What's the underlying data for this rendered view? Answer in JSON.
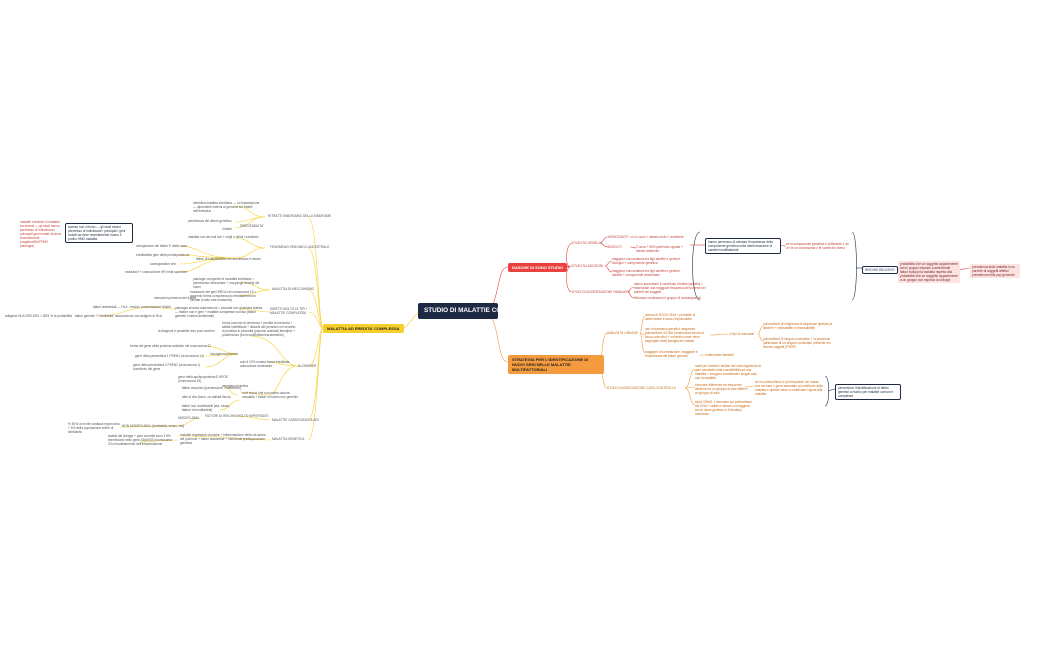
{
  "central": {
    "title": "STUDIO DI MALATTIE COMPLESSE"
  },
  "colors": {
    "central": "#1e2a44",
    "yellow": "#f7cf2c",
    "red": "#e8413e",
    "orange": "#f49a3f",
    "pink": "#fde2e2"
  },
  "left": {
    "branch": "MALATTIA AD EREDITA' COMPLESSA",
    "ritratto": {
      "label": "RITRATTI SINDROMICI DELLA SINDROME",
      "n1": "Identifica malattia ereditaria — no trasmissione — dipendenti esterni al genoma sui fratelli dell'individuo",
      "n2": "penetranza dei deboli genetica",
      "n3": "il ideali",
      "ereditabilita": "EREDITABILITA'"
    },
    "fenomeno": {
      "label": "FENOMENO GENOMICO-ANCESTRALE",
      "n1": "malattia non dei soli loci + negli e ultimi i cavaliere",
      "n2": "mecipazione dei fattori 5' della ruota",
      "n3": "fattori di suscettibilità che aumentano il rischio",
      "n4": "ereditarietà geni della predisposizione",
      "n5": "contraposition enti",
      "n6": "mutazioni + costruzzione HR nella superiore"
    },
    "box": "spesso non c'è/non — gli studi hanno permesso di individuare i principali i geni mutati da dove recentemente hanno il profilo HMG malattia",
    "side": "malattie evidente in malattia tra recenti — gli studi hanno permesso di individuare i principali geni mutati da dove recentemente (negativo/BioPPMG patologia)",
    "meccanismo": {
      "label": "MALATTIA DI MECCANISMO",
      "n1": "patologie congenite di modalità ereditaria = penetranza molecolare + ora gangli fenotipi dei nuovi",
      "n2": "mutazione dei geni BRCA nel cromosoma 13 = aumento forma complessa più ereditarietà non rilevate (molto rare mutazioni)",
      "n3": "estruzioni presenza dei fratelli"
    },
    "diretti": {
      "label": "DIRETTI MOLTO DI TIPI / MALATTIE COMPLESSA",
      "n1": "patologia cronica autoimmune = psoriasi non giudicata statica — fattore non è geni + malattie complesse cronica (fattori genetici o fattori ambientali)",
      "n2": "fattori ambientali — HLA - rischio, presentazione Model",
      "n3": "fattori genetici + Familiarità, associazione con antigeni di HLA",
      "n4": "antigene HLA-DR3-DR4 = DR3 % di probabilità"
    },
    "alzheimer": {
      "label": "ALZHEIMER",
      "n1": "forma comune di demenza + perdita di memoria + abilità intellettuali + disturbi del pensiero nel cervello di proteina in plurimità (placche amiloidi) fenotipici + proteina tau (tra neurofibrillari tracciamento)",
      "n2": "la diagnosi è possibile solo post mortem",
      "n3": "forma del gene della proteina amiloide nel cromosoma 21",
      "n4": "gene della presenilina 1 PSEN1 (cromosoma 14)",
      "n5": "gene della presenilina 2 PSEN2 (cromosoma 1) contributo del gene",
      "n6": "insorgenza precoce",
      "n7": "solo il 10% mostra forma ereditaria autosomica dominante",
      "n8": "gene della apolipoproteina E APOE (cromosoma 19)",
      "n9": "insorgenza tardiva",
      "n10": "fattori vascolari (ipertensione, colesterolo)",
      "n11": "stile di vita (fumo, no attività fisica)",
      "n12": "fattori non modificabili (età, sesso, fattore di ereditarietà)",
      "n13": "ruoli storici che non hanno alcuna casualità + fattori di rischio non genetici"
    },
    "cardio": {
      "label": "MALATTIE CARDIOVASCOLARI",
      "n1": "FATTORI DI RISCHIO MOLTO IMPORTANTI",
      "n2": "MODIFICABILI",
      "n3": "NON MODIFICABILI (familiarità, sesso, età)",
      "n4": "% 50% di morte cardiaca improvvisa + 5% della popolazione soffre di familiarità"
    },
    "genetica": {
      "label": "MALATTIA GENETICA",
      "n1": "malattie regressive croniche + infiammazione della via aerea del polmone + fattori ambientali + individuali predisposizione genetica",
      "n2": "analisi del linkage + geni correlati sono il 5% beneficiario nello gene ADAM33 (cromosoma 20) rimodellamento dell'infiammazione"
    }
  },
  "right": {
    "red_branch": "DASCHE DI SONO STUDIO",
    "gemelli": {
      "label": "STUDI SU GEMELLI",
      "mono": "MONOZIGOTI",
      "mono_d": "1 uovo + stesso ovulo + ambiente",
      "di": "DIZIGOTI",
      "di_d": "2 uova + 50% parti tutto uguale + stesso ambiente"
    },
    "adozioni": {
      "label": "STUDI SU ADOZIONI",
      "n1": "maggiore concordanza tra figli adottivi e genitori biologici + componente genetica",
      "n2": "maggiore concordanza tra figli adottivi e genitori adottivi + componente ambientale"
    },
    "aggregazione": {
      "label": "STUDI DI AGGREGAZIONE FAMILIARE",
      "n1": "danno aumentare il contributo di fattori genetici = essenziale una maggiore frequenza dei parenti nei parenti dei soggetti",
      "n2": "Misurare correlazioni il gruppo di consanguinità"
    },
    "box": "hanno permesso di valutare l'importanza della componente genetica nella determinazione di caratteri multifattoriali",
    "gen_note": "se la componente genetica è sufficiente 1 se c'è le un cromosoma o le scelte del rilievo",
    "rischio": "RISCHIO RELATIVO",
    "rischio_d": "probabilità che un soggetto appartenente ad un gruppo esposto a determinati fattori sviluppi la malattia rispetto alla probabilità che un soggetto appartenente a un gruppo non esposto la sviluppi",
    "rischio_d2": "prevalenza della malattia in un parente di soggetti affetto/ prevalenza nella pop generale",
    "orange_branch": "STRATEGIA PER L'IDENTIFICAZIONE DI NUOVI GENI NELLE MALATTIE MULTIFATTORIALI",
    "linkage": {
      "label": "ANALISI DI LINKAGE",
      "n1": "ricerca di ROCH DNA + permette di determinare il locus responsabile",
      "n2": "uso di marcatori genetici: sequenze polimorfiche di DNA (rendendosi intorni al locus coinvolto) + controllo come viene segregato nella famiglia del malato",
      "n3": "maggiore di correlazione, maggiore è l'importanza dei fattori genetici",
      "n3b": "> fenomeni familiari",
      "tipo": "2 tipi di marcatori",
      "m1": "polimorfismi di lunghezza di sequenze ripetute (a tandem + minisatelliti e microsatelliti)",
      "m2": "polimorfismi di singolo nucleotide + la posizione particolare di un singolo nucleotide presente nei diversi soggetti (PSNP)"
    },
    "associazione": {
      "label": "STUDI DI ASSOCIAZIONE CASO-CONTROLLO",
      "n1": "usati per rivelare l'ambito del coinvolgimento di geni candidati nella suscettibilità ad una malattia + vengono considerati i singoli casi, non la malattia",
      "n2": "ricercare differenze tra frequenze alleliche tra un gruppo di casi affetti e un gruppo di sani",
      "n3": "studi GWAS + ricercano sui polimorfismi nel DNA + valido e veloce su maggiore tra un locus genetico e il fenotipo osservato",
      "n4": "se un polimorfismo è più frequente nei malati che nei sani = gene associato al contributo della malattia e questa viene a contribuire il gene alla malattia"
    },
    "box2": "permettono l'identificazione di fattori genetici a rischio per malattie comuni e complesse"
  }
}
